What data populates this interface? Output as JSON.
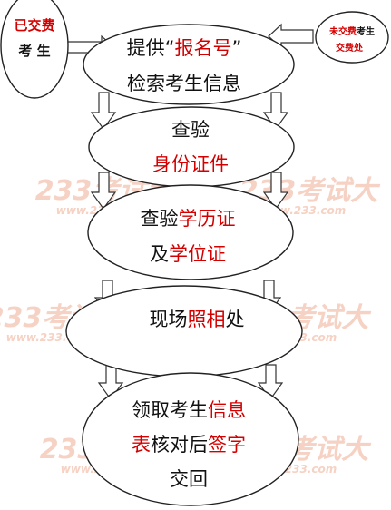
{
  "left_node": {
    "line1": "已交费",
    "line2": "考  生"
  },
  "right_node": {
    "line1_red": "未交费",
    "line1_black": "考生",
    "line2": "交费处"
  },
  "steps": [
    {
      "lines": [
        [
          {
            "text": "提供“",
            "color": "black"
          },
          {
            "text": "报名号",
            "color": "red"
          },
          {
            "text": "”",
            "color": "black"
          }
        ],
        [
          {
            "text": "检索考生信息",
            "color": "black"
          }
        ]
      ]
    },
    {
      "lines": [
        [
          {
            "text": "查验",
            "color": "black"
          }
        ],
        [
          {
            "text": "身份证件",
            "color": "red"
          }
        ]
      ]
    },
    {
      "lines": [
        [
          {
            "text": "查验",
            "color": "black"
          },
          {
            "text": "学历证",
            "color": "red"
          }
        ],
        [
          {
            "text": "及",
            "color": "black"
          },
          {
            "text": "学位证",
            "color": "red"
          }
        ]
      ]
    },
    {
      "lines": [
        [
          {
            "text": "现场",
            "color": "black"
          },
          {
            "text": "照相",
            "color": "red"
          },
          {
            "text": "处",
            "color": "black"
          }
        ]
      ]
    },
    {
      "lines": [
        [
          {
            "text": "领取考生",
            "color": "black"
          },
          {
            "text": "信息",
            "color": "red"
          }
        ],
        [
          {
            "text": "表",
            "color": "red"
          },
          {
            "text": "核对后",
            "color": "black"
          },
          {
            "text": "签字",
            "color": "red"
          }
        ],
        [
          {
            "text": "交回",
            "color": "black"
          }
        ]
      ]
    }
  ],
  "watermark": {
    "logo": "233考试大",
    "url": "www.233.com"
  },
  "colors": {
    "red": "#d40000",
    "black": "#111111",
    "watermark": "#f6d2c4"
  }
}
